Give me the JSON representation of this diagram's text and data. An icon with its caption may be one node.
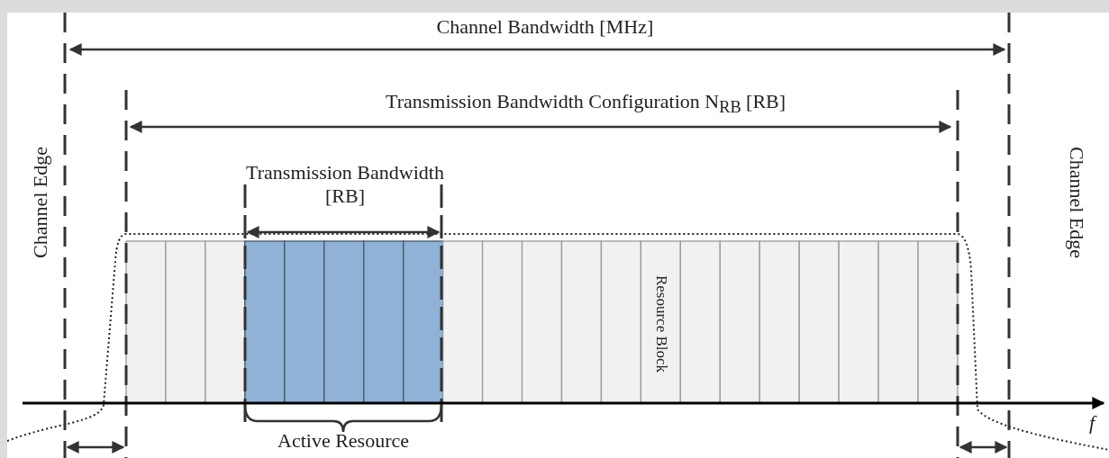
{
  "diagram": {
    "labels": [
      "Channel Bandwidth [MHz]",
      "Transmission Bandwidth Configuration N$_{RB}$ [RB]",
      "Channel Edge",
      "Transmission Bandwidth [RB]",
      "Channel Edge",
      "Resource Block",
      "f",
      "Active Resource"
    ]
  }
}
